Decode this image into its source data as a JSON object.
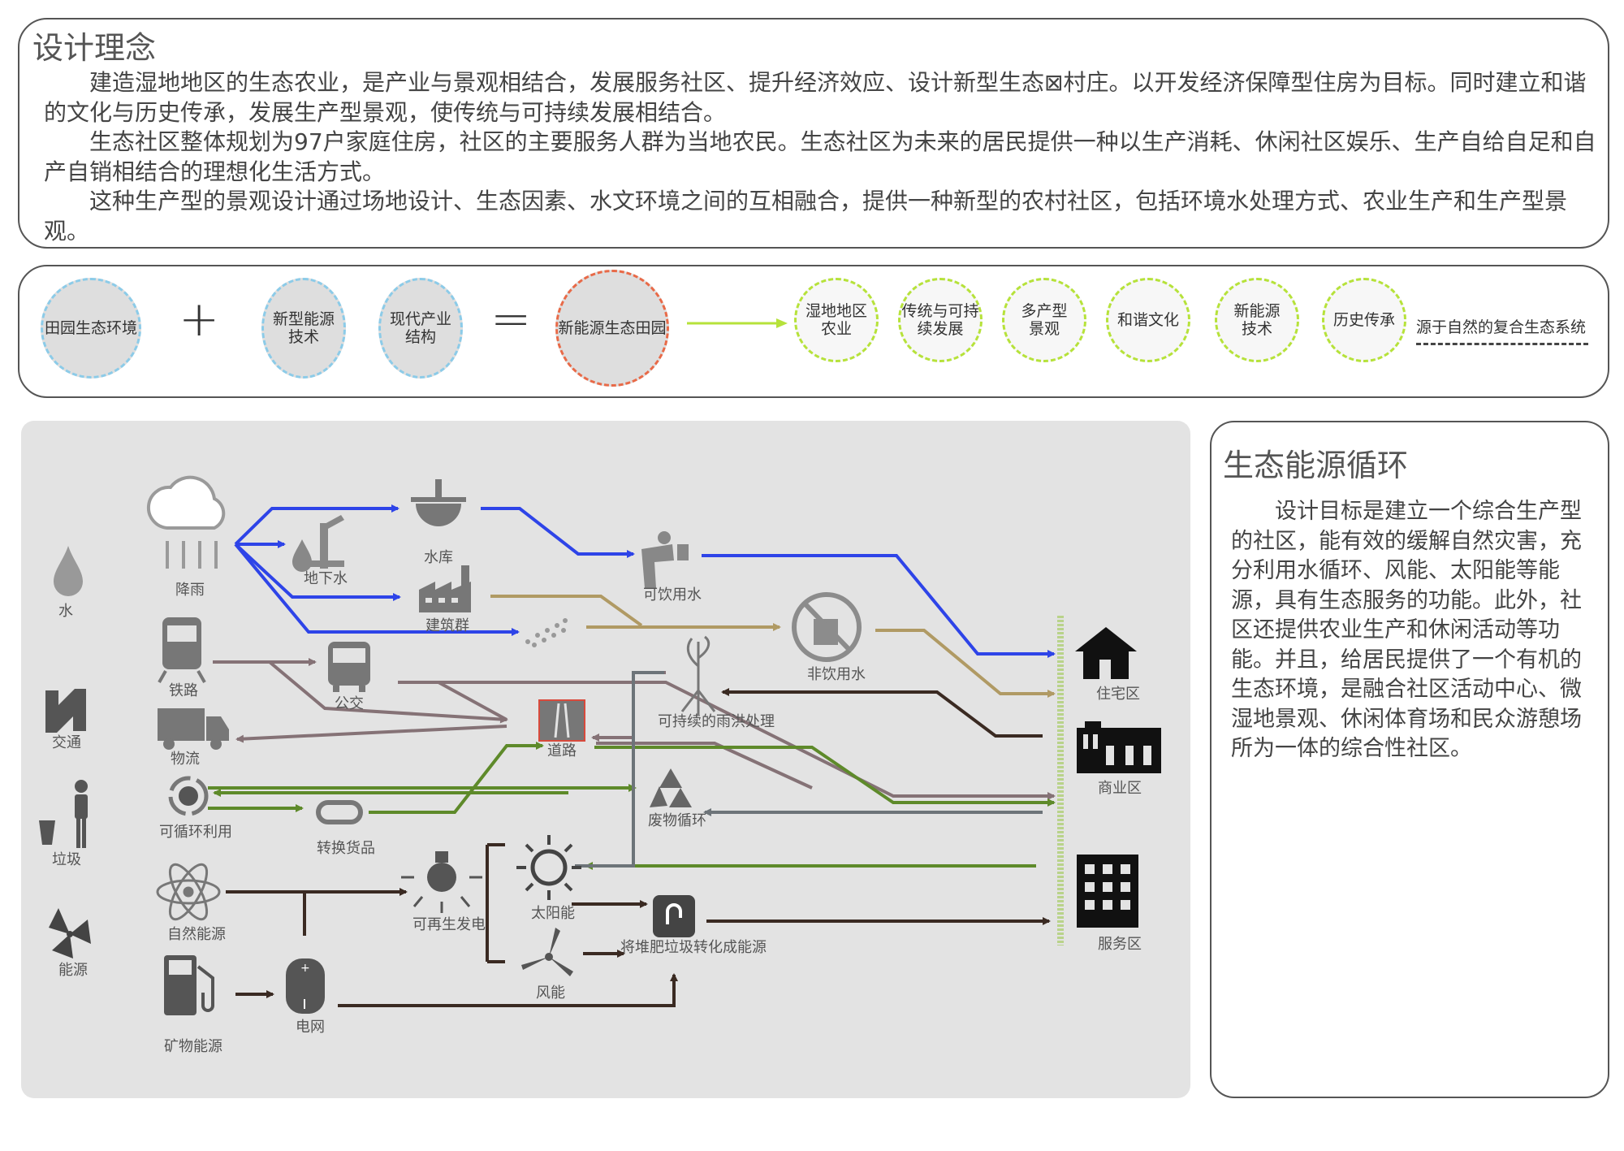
{
  "concept": {
    "title": "设计理念",
    "paragraphs": [
      "建造湿地地区的生态农业，是产业与景观相结合，发展服务社区、提升经济效应、设计新型生态⊠村庄。以开发经济保障型住房为目标。同时建立和谐的文化与历史传承，发展生产型景观，使传统与可持续发展相结合。",
      "生态社区整体规划为97户家庭住房，社区的主要服务人群为当地农民。生态社区为未来的居民提供一种以生产消耗、休闲社区娱乐、生产自给自足和自产自销相结合的理想化生活方式。",
      "这种生产型的景观设计通过场地设计、生态因素、水文环境之间的互相融合，提供一种新型的农村社区，包括环境水处理方式、农业生产和生产型景观。"
    ]
  },
  "formula": {
    "inputs": [
      "田园生态环境",
      "新型能源\n技术",
      "现代产业\n结构"
    ],
    "plus": "+",
    "equals": "=",
    "result": "新能源生态田园",
    "outputs": [
      "湿地地区\n农业",
      "传统与可持\n续发展",
      "多产型\n景观",
      "和谐文化",
      "新能源\n技术",
      "历史传承"
    ],
    "tail": "源于自然的复合生态系统"
  },
  "diagram": {
    "categories": [
      "水",
      "交通",
      "垃圾",
      "能源"
    ],
    "nodes": {
      "rain": "降雨",
      "groundwater": "地下水",
      "reservoir": "水库",
      "drinking": "可饮用水",
      "buildings": "建筑群",
      "non_drinking": "非饮用水",
      "stormwater": "可持续的雨洪处理",
      "railway": "铁路",
      "bus": "公交",
      "logistics": "物流",
      "road": "道路",
      "recycle_use": "可循环利用",
      "convert_goods": "转换货品",
      "waste_cycle": "废物循环",
      "natural_energy": "自然能源",
      "renewable_power": "可再生发电",
      "solar": "太阳能",
      "wind": "风能",
      "compost": "将堆肥垃圾转化成能源",
      "fossil": "矿物能源",
      "grid": "电网"
    },
    "zones": [
      "住宅区",
      "商业区",
      "服务区"
    ],
    "colors": {
      "water": "#2e44e8",
      "tan": "#b09a64",
      "dark": "#3a2a22",
      "mauve": "#857276",
      "green": "#5e8a2a",
      "slate": "#6d7479",
      "zonebar": "#b9d38a"
    }
  },
  "cycle": {
    "title": "生态能源循环",
    "body": "设计目标是建立一个综合生产型的社区，能有效的缓解自然灾害，充分利用水循环、风能、太阳能等能源，具有生态服务的功能。此外，社区还提供农业生产和休闲活动等功能。并且，给居民提供了一个有机的生态环境，是融合社区活动中心、微湿地景观、休闲体育场和民众游憩场所为一体的综合性社区。"
  }
}
